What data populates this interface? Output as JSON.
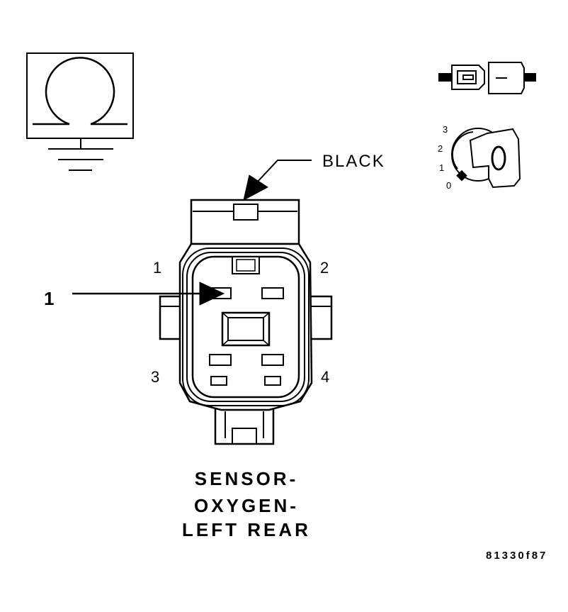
{
  "connector": {
    "color": "BLACK",
    "pins": [
      "1",
      "2",
      "3",
      "4"
    ],
    "callout": "1"
  },
  "title": [
    "SENSOR-",
    "OXYGEN-",
    "LEFT REAR"
  ],
  "figure_id": "81330f87",
  "ignition": {
    "positions": [
      "3",
      "2",
      "1",
      "0"
    ]
  }
}
